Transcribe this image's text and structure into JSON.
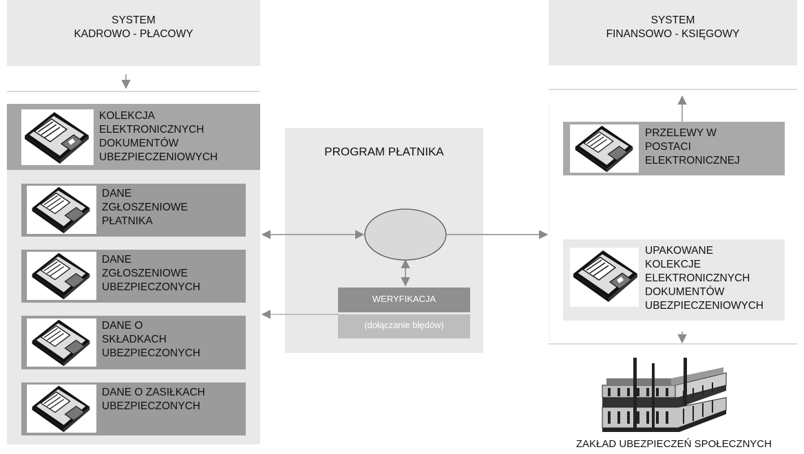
{
  "left_system": {
    "line1": "SYSTEM",
    "line2": "KADROWO - PŁACOWY"
  },
  "right_system": {
    "line1": "SYSTEM",
    "line2": "FINANSOWO - KSIĘGOWY"
  },
  "left_collection": {
    "label": "KOLEKCJA\nELEKTRONICZNYCH\nDOKUMENTÓW\nUBEZPIECZENIOWYCH"
  },
  "left_items": [
    {
      "label": "DANE\nZGŁOSZENIOWE\nPŁATNIKA"
    },
    {
      "label": "DANE\nZGŁOSZENIOWE\nUBEZPIECZONYCH"
    },
    {
      "label": "DANE O\nSKŁADKACH\nUBEZPIECZONYCH"
    },
    {
      "label": "DANE O ZASIŁKACH\nUBEZPIECZONYCH"
    }
  ],
  "program": {
    "title": "PROGRAM PŁATNIKA",
    "verification": "WERYFIKACJA",
    "errors": "(dołączanie błędów)"
  },
  "right_items": [
    {
      "label": "PRZELEWY W\nPOSTACI\nELEKTRONICZNEJ"
    },
    {
      "label": "UPAKOWANE\nKOLEKCJE\nELEKTRONICZNYCH\nDOKUMENTÓW\nUBEZPIECZENIOWYCH"
    }
  ],
  "zus": {
    "label": "ZAKŁAD UBEZPIECZEŃ SPOŁECZNYCH"
  },
  "icons": {
    "disk": "floppy-disk-icon",
    "building": "building-icon"
  }
}
